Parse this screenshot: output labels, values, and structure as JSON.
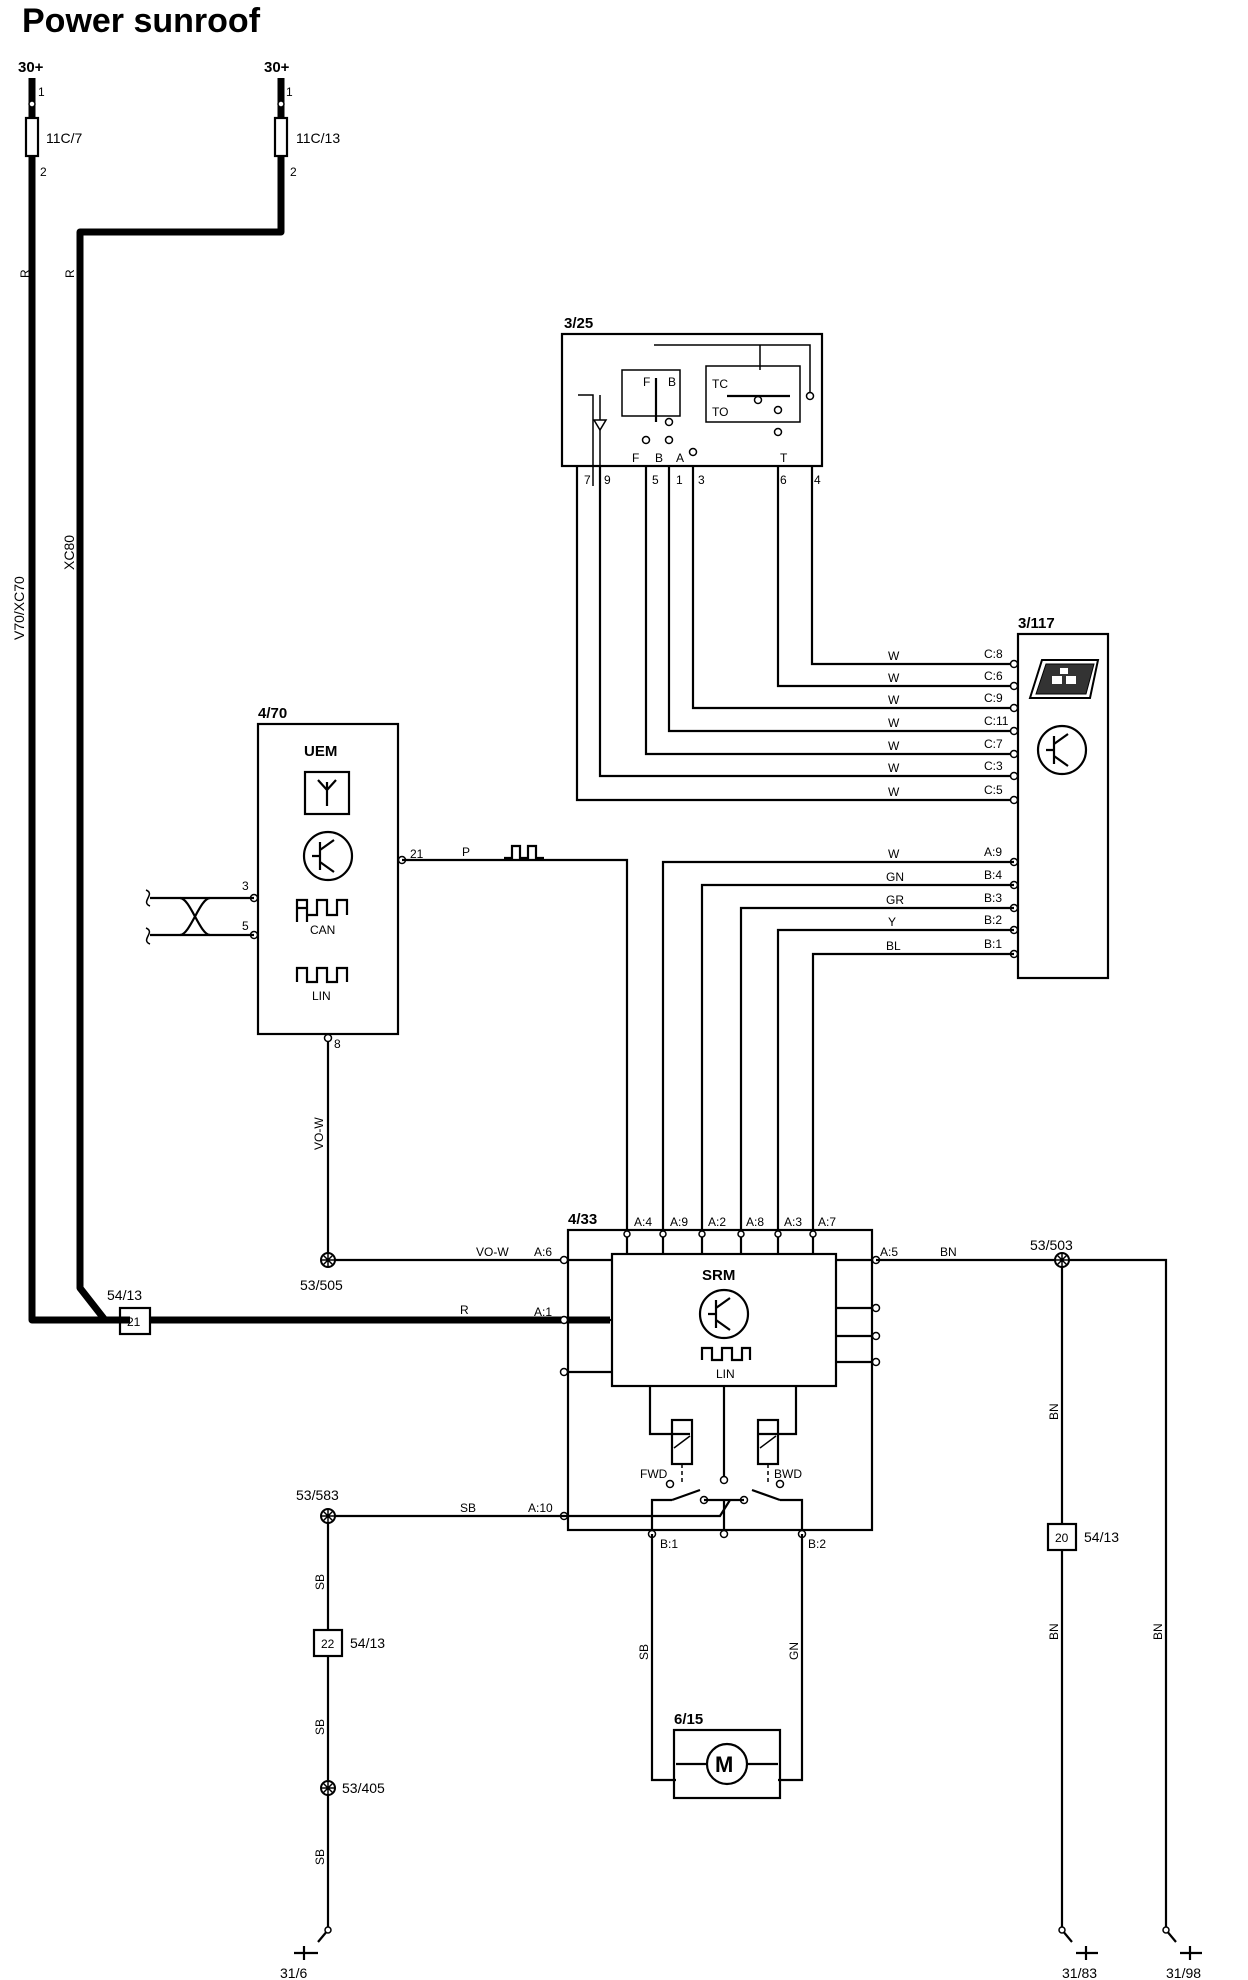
{
  "title": "Power sunroof",
  "supplies": [
    {
      "name": "30+",
      "fuse": "11C/7",
      "pin_in": "1",
      "pin_out": "2",
      "wire_color": "R",
      "variant": "V70/XC70"
    },
    {
      "name": "30+",
      "fuse": "11C/13",
      "pin_in": "1",
      "pin_out": "2",
      "wire_color": "R",
      "variant": "XC80"
    }
  ],
  "components": {
    "switch": {
      "id": "3/25",
      "contacts": [
        "F",
        "B",
        "TC",
        "TO",
        "F",
        "B",
        "A",
        "T"
      ],
      "pins": [
        "7",
        "9",
        "5",
        "1",
        "3",
        "6",
        "4"
      ]
    },
    "roof_panel": {
      "id": "3/117"
    },
    "uem": {
      "id": "4/70",
      "name": "UEM",
      "bus1": "CAN",
      "bus2": "LIN",
      "pin_out": "21",
      "pin_ground": "8",
      "pin_a": "3",
      "pin_b": "5"
    },
    "srm_module": {
      "id": "4/33",
      "name": "SRM",
      "bus": "LIN",
      "relay_fwd": "FWD",
      "relay_bwd": "BWD"
    },
    "motor": {
      "id": "6/15",
      "symbol": "M"
    }
  },
  "switch_to_panel": [
    {
      "color": "W",
      "conn": "C:8"
    },
    {
      "color": "W",
      "conn": "C:6"
    },
    {
      "color": "W",
      "conn": "C:9"
    },
    {
      "color": "W",
      "conn": "C:11"
    },
    {
      "color": "W",
      "conn": "C:7"
    },
    {
      "color": "W",
      "conn": "C:3"
    },
    {
      "color": "W",
      "conn": "C:5"
    }
  ],
  "panel_to_srm": [
    {
      "color": "W",
      "conn": "A:9",
      "srm_pin": "A:9"
    },
    {
      "color": "GN",
      "conn": "B:4",
      "srm_pin": "A:2"
    },
    {
      "color": "GR",
      "conn": "B:3",
      "srm_pin": "A:8"
    },
    {
      "color": "Y",
      "conn": "B:2",
      "srm_pin": "A:3"
    },
    {
      "color": "BL",
      "conn": "B:1",
      "srm_pin": "A:7"
    }
  ],
  "srm_pins": {
    "a4": "A:4",
    "a6": "A:6",
    "a1": "A:1",
    "a10": "A:10",
    "a5": "A:5",
    "b1": "B:1",
    "b2": "B:2"
  },
  "wires": {
    "p": "P",
    "vo_w": "VO-W",
    "r": "R",
    "sb": "SB",
    "bn": "BN",
    "gn": "GN"
  },
  "splices": {
    "s505": "53/505",
    "s583": "53/583",
    "s503": "53/503",
    "s405": "53/405"
  },
  "connectors": {
    "c21": {
      "num": "21",
      "id": "54/13"
    },
    "c22": {
      "num": "22",
      "id": "54/13"
    },
    "c20": {
      "num": "20",
      "id": "54/13"
    }
  },
  "grounds": [
    "31/6",
    "31/83",
    "31/98"
  ]
}
